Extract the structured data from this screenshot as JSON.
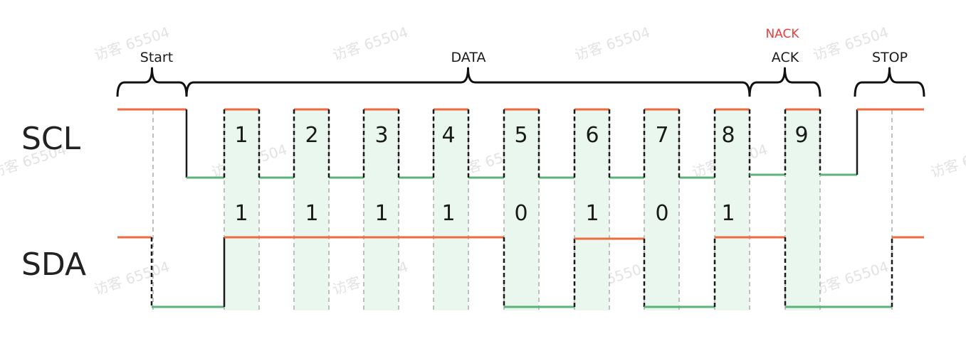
{
  "signals": {
    "scl": "SCL",
    "sda": "SDA"
  },
  "phases": {
    "start": "Start",
    "data": "DATA",
    "ack": "ACK",
    "nack": "NACK",
    "stop": "STOP"
  },
  "clock_numbers": [
    "1",
    "2",
    "3",
    "4",
    "5",
    "6",
    "7",
    "8",
    "9"
  ],
  "data_bits": [
    "1",
    "1",
    "1",
    "1",
    "0",
    "1",
    "0",
    "1"
  ],
  "watermark": "访客 65504",
  "colors": {
    "high": "#ee6a3f",
    "low": "#5bb37a",
    "edge": "#1a1a1a",
    "highlight": "#eaf7ee",
    "dash": "#bfbfbf",
    "nack": "#ee3b3b"
  }
}
